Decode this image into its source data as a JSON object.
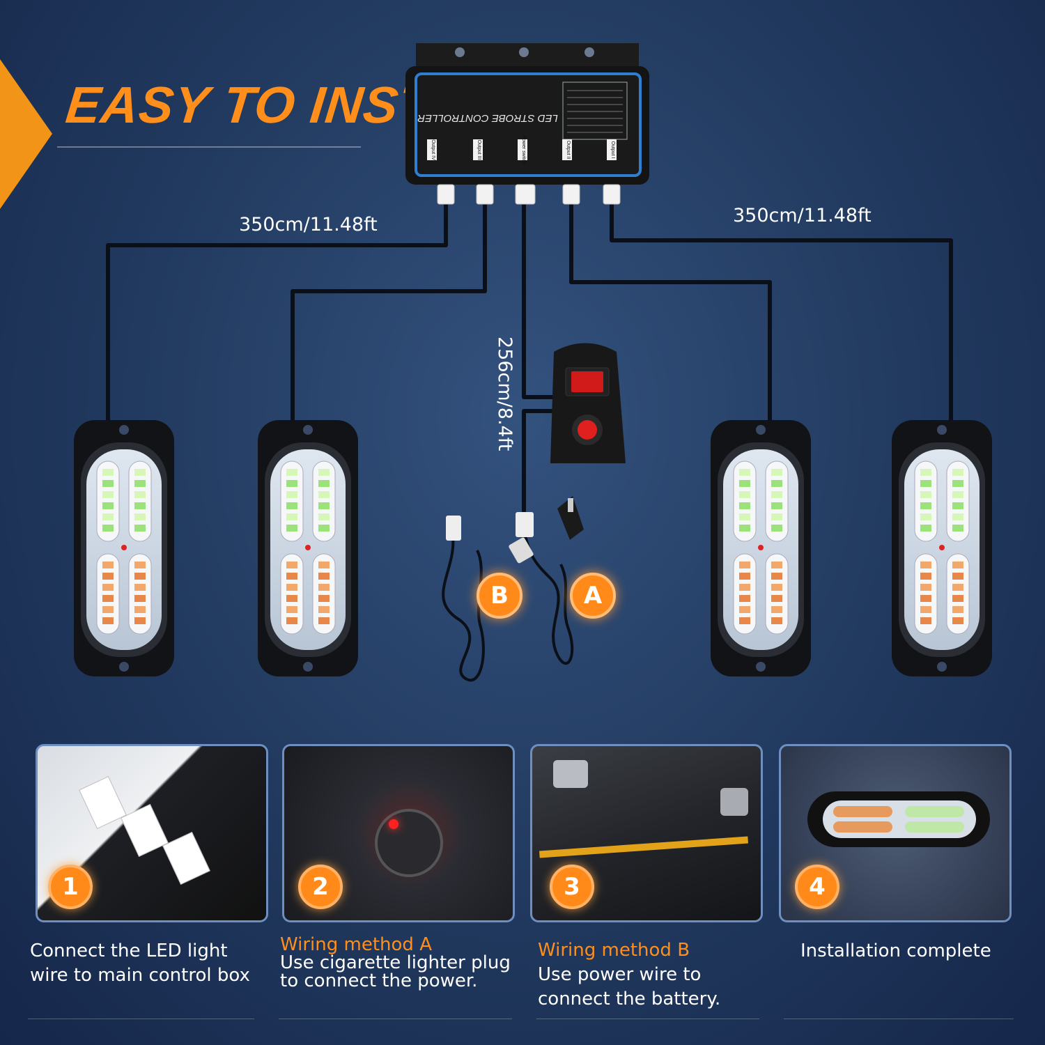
{
  "headline": "EASY TO INSTALL",
  "controller": {
    "label": "LED STROBE CONTROLLER",
    "ports": [
      "Output IV",
      "Output III",
      "Power switch",
      "Output II",
      "Output I"
    ]
  },
  "dimensions": {
    "left_cable": "350cm/11.48ft",
    "right_cable": "350cm/11.48ft",
    "switch_cable": "256cm/8.4ft"
  },
  "wiring_badges": [
    "B",
    "A"
  ],
  "steps": [
    {
      "number": "1",
      "title": "",
      "text_line1": "Connect the LED light",
      "text_line2": "wire to main control box"
    },
    {
      "number": "2",
      "title": "Wiring method A",
      "text_line1": "Use cigarette lighter plug",
      "text_line2": "to connect the power."
    },
    {
      "number": "3",
      "title": "Wiring method B",
      "text_line1": "Use power wire to",
      "text_line2": "connect the battery."
    },
    {
      "number": "4",
      "title": "",
      "text_line1": "Installation complete",
      "text_line2": ""
    }
  ],
  "colors": {
    "accent": "#ff8f1a",
    "background": "#243d63",
    "panel_border": "#6e8fbf"
  }
}
